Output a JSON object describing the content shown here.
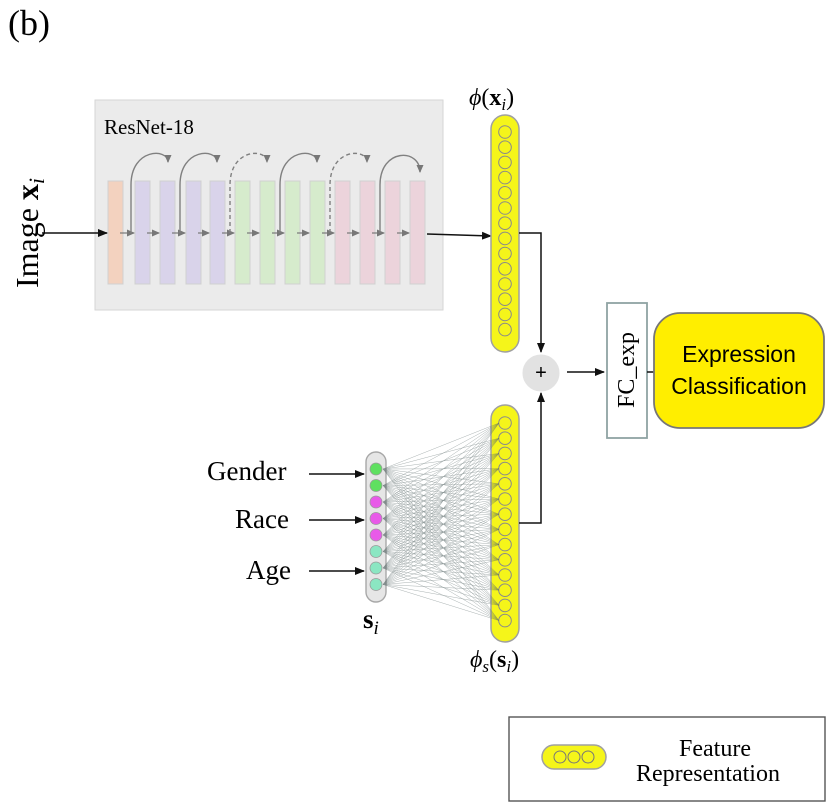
{
  "panel_label": "(b)",
  "backbone": {
    "name": "ResNet-18"
  },
  "input": {
    "label_text": "Image ",
    "label_var": "x",
    "label_sub": "i"
  },
  "feature_img": {
    "func": "ϕ",
    "var": "x",
    "sub": "i"
  },
  "feature_side": {
    "func": "ϕ",
    "func_sub": "s",
    "var": "s",
    "sub": "i"
  },
  "side_vector": {
    "var": "s",
    "sub": "i"
  },
  "side_inputs": [
    "Gender",
    "Race",
    "Age"
  ],
  "fusion": {
    "operator": "+"
  },
  "classifier": {
    "label": "FC_exp"
  },
  "output": {
    "line1": "Expression",
    "line2": "Classification"
  },
  "legend": {
    "line1": "Feature",
    "line2": "Representation"
  },
  "colors": {
    "feature_fill": "#f5f51a",
    "feature_border": "#a0a0a0",
    "backbone_bg": "#ececec",
    "gender_dot": "#5fe060",
    "race_dot": "#e85ae8",
    "age_dot": "#8be6c2",
    "output_fill": "#ffee00"
  }
}
